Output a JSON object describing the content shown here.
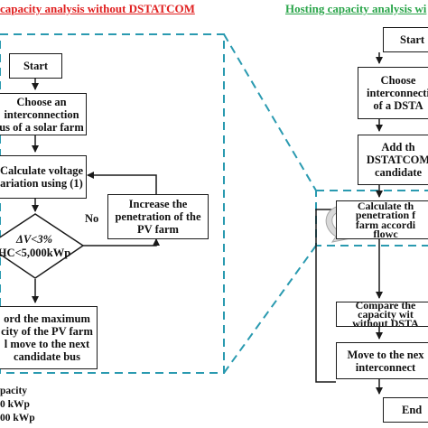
{
  "colors": {
    "left_header": "#e02020",
    "right_header": "#2aa54a",
    "dashed_frame": "#2a9ab0",
    "line": "#1a1a1a"
  },
  "headers": {
    "left": "capacity analysis without DSTATCOM",
    "right": "Hosting capacity analysis wi"
  },
  "left_flow": {
    "start": "Start",
    "choose_bus": "Choose an\ninterconnection\nus of a solar farm",
    "calc_voltage": "Calculate voltage\nariation using (1)",
    "increase": "Increase the\npenetration of the\nPV farm",
    "decision_line1": "ΔV<3%",
    "decision_line2": "HC<5,000kWp",
    "no_label": "No",
    "record": "ord the maximum\ncity of the PV farm\nl move to the next\ncandidate bus"
  },
  "legend": {
    "line1": "pacity",
    "line2": "0 kWp",
    "line3": "00 kWp"
  },
  "right_flow": {
    "start": "Start",
    "choose": "Choose\ninterconnecti\nof a DSTA",
    "add": "Add th\nDSTATCOM\ncandidate",
    "calculate": "Calculate th\npenetration f\nfarm accordi\nflowc",
    "compare": "Compare the\ncapacity wit\nwithout DSTA",
    "move": "Move to the nex\ninterconnect",
    "end": "End"
  }
}
